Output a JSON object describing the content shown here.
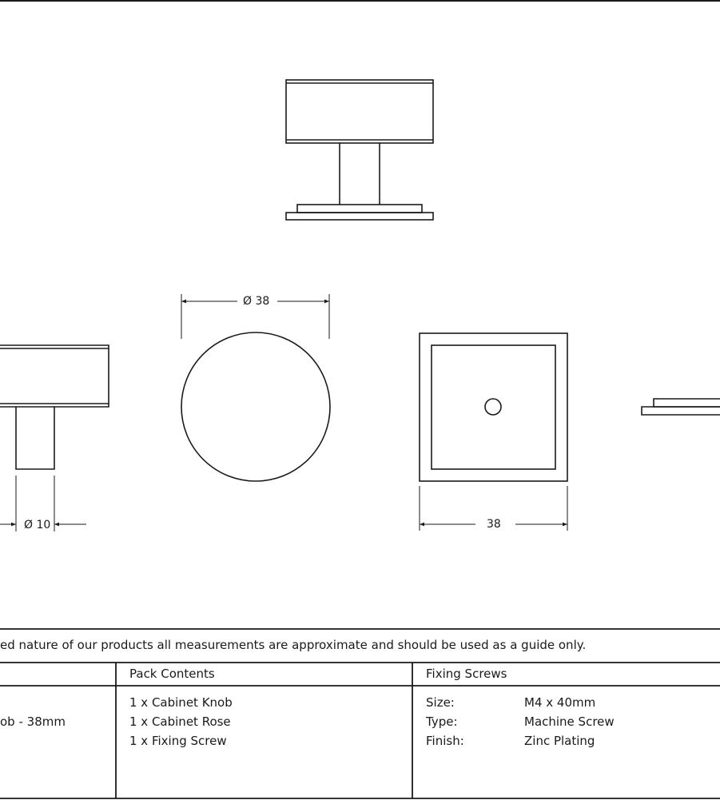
{
  "dimensions": {
    "rose_diameter": "Ø 38",
    "stem_diameter": "Ø 10",
    "base_width": "38"
  },
  "disclaimer": "ed nature of our products all measurements are approximate and should be used as a guide only.",
  "table": {
    "product_fragment": "ob - 38mm",
    "pack_contents": {
      "header": "Pack Contents",
      "items": [
        "1 x Cabinet Knob",
        "1 x Cabinet Rose",
        "1 x Fixing Screw"
      ]
    },
    "fixing_screws": {
      "header": "Fixing Screws",
      "rows": [
        {
          "label": "Size:",
          "value": "M4 x 40mm"
        },
        {
          "label": "Type:",
          "value": "Machine Screw"
        },
        {
          "label": "Finish:",
          "value": "Zinc Plating"
        }
      ]
    }
  },
  "colors": {
    "line": "#1a1a1a",
    "background": "#ffffff"
  }
}
